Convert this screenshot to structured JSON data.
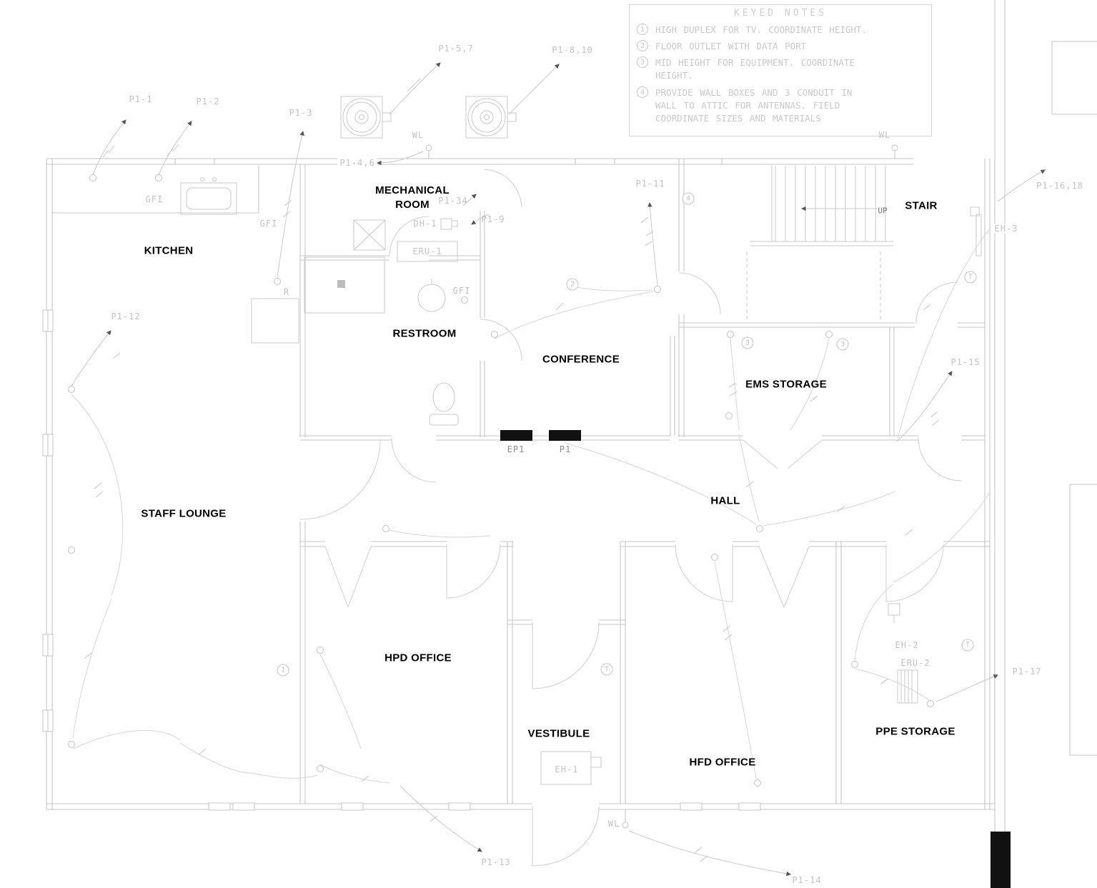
{
  "drawing": {
    "keyed_notes": {
      "title": "KEYED NOTES",
      "items": [
        {
          "num": "1",
          "text": "HIGH DUPLEX FOR TV. COORDINATE HEIGHT."
        },
        {
          "num": "2",
          "text": "FLOOR OUTLET WITH DATA PORT"
        },
        {
          "num": "3",
          "text": "MID HEIGHT FOR EQUIPMENT. COORDINATE HEIGHT."
        },
        {
          "num": "4",
          "text": "PROVIDE WALL BOXES AND 3 CONDUIT IN WALL TO ATTIC FOR ANTENNAS. FIELD COORDINATE SIZES AND MATERIALS"
        }
      ]
    },
    "rooms": {
      "kitchen": "KITCHEN",
      "mechanical_room": "MECHANICAL ROOM",
      "restroom": "RESTROOM",
      "conference": "CONFERENCE",
      "stair": "STAIR",
      "ems_storage": "EMS STORAGE",
      "staff_lounge": "STAFF LOUNGE",
      "hall": "HALL",
      "hpd_office": "HPD OFFICE",
      "vestibule": "VESTIBULE",
      "hfd_office": "HFD OFFICE",
      "ppe_storage": "PPE STORAGE"
    },
    "circuits": {
      "p1_1": "P1-1",
      "p1_2": "P1-2",
      "p1_3": "P1-3",
      "p1_4_6": "P1-4,6",
      "p1_5_7": "P1-5,7",
      "p1_8_10": "P1-8,10",
      "p1_9": "P1-9",
      "p1_11": "P1-11",
      "p1_12": "P1-12",
      "p1_13": "P1-13",
      "p1_14": "P1-14",
      "p1_15": "P1-15",
      "p1_16_18": "P1-16,18",
      "p1_17": "P1-17",
      "p1_34": "P1-34"
    },
    "equipment": {
      "dh_1": "DH-1",
      "eru_1": "ERU-1",
      "eru_2": "ERU-2",
      "eh_1": "EH-1",
      "eh_2": "EH-2",
      "eh_3": "EH-3",
      "ep1": "EP1",
      "p1": "P1"
    },
    "devices": {
      "gfi": "GFI",
      "wl": "WL",
      "r": "R",
      "t": "T"
    },
    "annotations": {
      "up": "UP"
    },
    "note_markers": {
      "n1": "1",
      "n2": "2",
      "n3": "3",
      "n4": "4"
    },
    "colors": {
      "wall_line": "#c6c6c6",
      "wiring_line": "#d6d6d6",
      "cad_text": "#c3c3c3",
      "room_text": "#000000",
      "panel_fill": "#111111",
      "arrow": "#555555"
    }
  }
}
